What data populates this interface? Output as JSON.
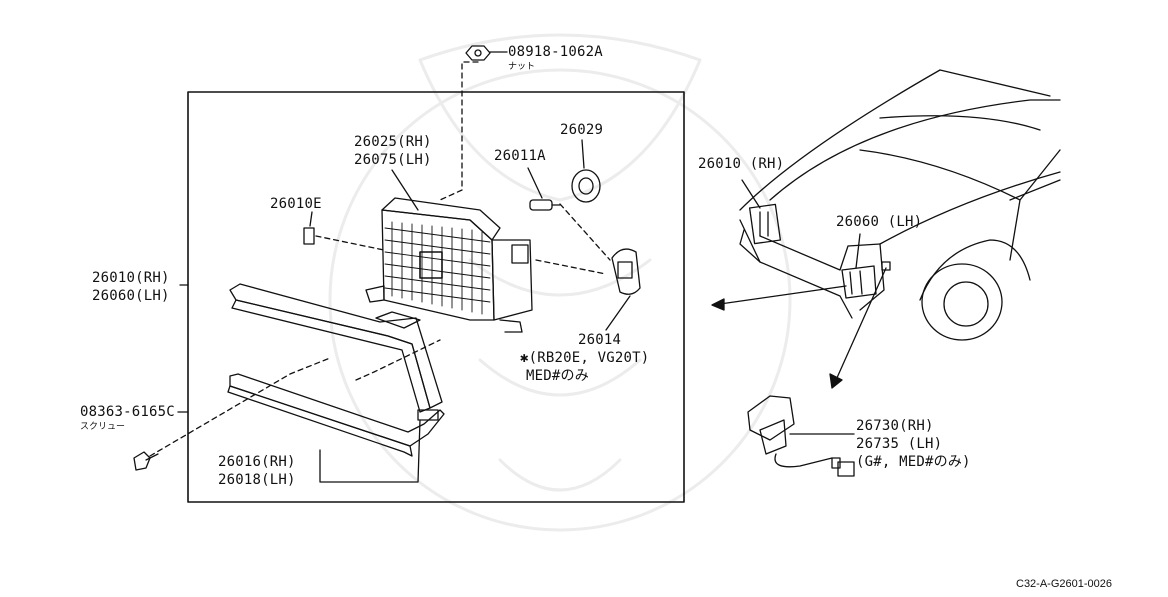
{
  "parts": {
    "nut": {
      "number": "08918-1062A",
      "name": "ナット"
    },
    "screw": {
      "number": "08363-6165C",
      "name": "スクリュー"
    },
    "housing": {
      "rh": "26025(RH)",
      "lh": "26075(LH)"
    },
    "bulb": {
      "number": "26011A"
    },
    "socket": {
      "number": "26029"
    },
    "clip": {
      "number": "26010E"
    },
    "headlamp_assy": {
      "rh": "26010(RH)",
      "lh": "26060(LH)"
    },
    "connector": {
      "number": "26014",
      "note1": "✱(RB20E, VG20T)",
      "note2": "MED#のみ"
    },
    "bezel": {
      "rh": "26016(RH)",
      "lh": "26018(LH)"
    },
    "car_rh": {
      "number": "26010 (RH)"
    },
    "car_lh": {
      "number": "26060 (LH)"
    },
    "side_lamp": {
      "rh": "26730(RH)",
      "lh": "26735 (LH)",
      "note": "(G#, MED#のみ)"
    }
  },
  "diagram_code": "C32-A-G2601-0026"
}
